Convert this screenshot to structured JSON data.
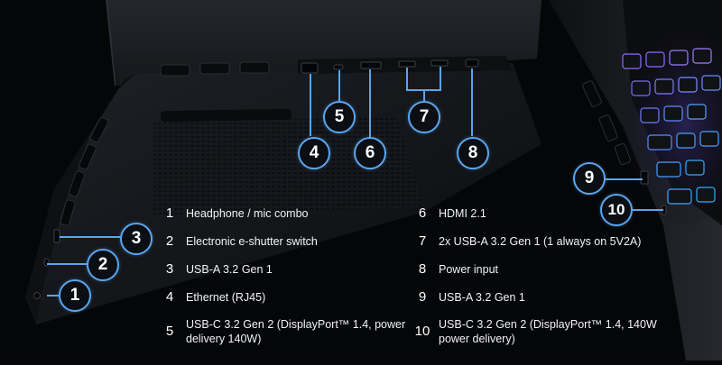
{
  "callouts": [
    "1",
    "2",
    "3",
    "4",
    "5",
    "6",
    "7",
    "8",
    "9",
    "10"
  ],
  "ports": [
    {
      "number": "1",
      "label": "Headphone / mic combo"
    },
    {
      "number": "2",
      "label": "Electronic e-shutter switch"
    },
    {
      "number": "3",
      "label": "USB-A 3.2 Gen 1"
    },
    {
      "number": "4",
      "label": "Ethernet (RJ45)"
    },
    {
      "number": "5",
      "label": "USB-C 3.2 Gen 2 (DisplayPort™ 1.4, power delivery 140W)"
    },
    {
      "number": "6",
      "label": "HDMI 2.1"
    },
    {
      "number": "7",
      "label": "2x USB-A 3.2 Gen 1 (1 always on 5V2A)"
    },
    {
      "number": "8",
      "label": "Power input"
    },
    {
      "number": "9",
      "label": "USB-A 3.2 Gen 1"
    },
    {
      "number": "10",
      "label": "USB-C 3.2 Gen 2 (DisplayPort™ 1.4, 140W power delivery)"
    }
  ],
  "colors": {
    "background": "#050608",
    "accent": "#5aa5ee",
    "chassis": "#1b1e23",
    "keyboard_glow": "#8d7cff"
  }
}
